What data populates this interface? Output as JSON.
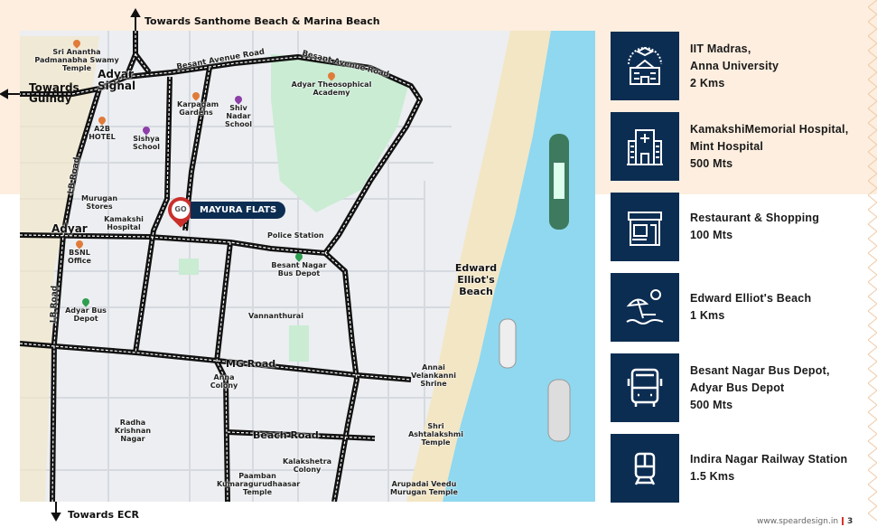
{
  "directions": {
    "north": "Towards Santhome Beach & Marina Beach",
    "west": "Towards Guindy",
    "south": "Towards ECR"
  },
  "map": {
    "property": {
      "badge": "GO",
      "name": "MAYURA FLATS"
    },
    "roads": [
      "Besant Avenue Road",
      "Besant Avenue Road",
      "LB Road",
      "LB Road",
      "MG Road",
      "Beach Road"
    ],
    "areas": [
      "Adyar Signal",
      "Adyar",
      "Edward Elliot's Beach",
      "Vannanthurai"
    ],
    "places": [
      "Sri Anantha Padmanabha Swamy Temple",
      "Karpagam Gardens",
      "Shiv Nadar School",
      "Adyar Theosophical Academy",
      "A2B HOTEL",
      "Sishya School",
      "Murugan Stores",
      "Kamakshi Hospital",
      "Police Station",
      "BSNL Office",
      "Besant Nagar Bus Depot",
      "Adyar Bus Depot",
      "Anna Colony",
      "Annai Velankanni Shrine",
      "Radha Krishnan Nagar",
      "Shri Ashtalakshmi Temple",
      "Kalakshetra Colony",
      "Paamban Kumaragurudhaasar Temple",
      "Arupadai Veedu Murugan Temple"
    ]
  },
  "amenities": [
    {
      "icon": "university-icon",
      "lines": [
        "IIT Madras,",
        "Anna University",
        "2 Kms"
      ]
    },
    {
      "icon": "hospital-icon",
      "lines": [
        "KamakshiMemorial Hospital,",
        "Mint Hospital",
        "500 Mts"
      ]
    },
    {
      "icon": "shop-icon",
      "lines": [
        "Restaurant & Shopping",
        "100 Mts"
      ]
    },
    {
      "icon": "beach-icon",
      "lines": [
        "Edward Elliot's Beach",
        "1 Kms"
      ]
    },
    {
      "icon": "bus-icon",
      "lines": [
        "Besant Nagar Bus Depot,",
        "Adyar Bus Depot",
        "500 Mts"
      ]
    },
    {
      "icon": "train-icon",
      "lines": [
        "Indira Nagar Railway Station",
        "1.5 Kms"
      ]
    }
  ],
  "footer": {
    "website": "www.speardesign.in",
    "page": "3"
  },
  "colors": {
    "navy": "#0c2d52",
    "peach": "#fdeedf",
    "sea": "#8fd8ef",
    "accent": "#c9302c"
  }
}
